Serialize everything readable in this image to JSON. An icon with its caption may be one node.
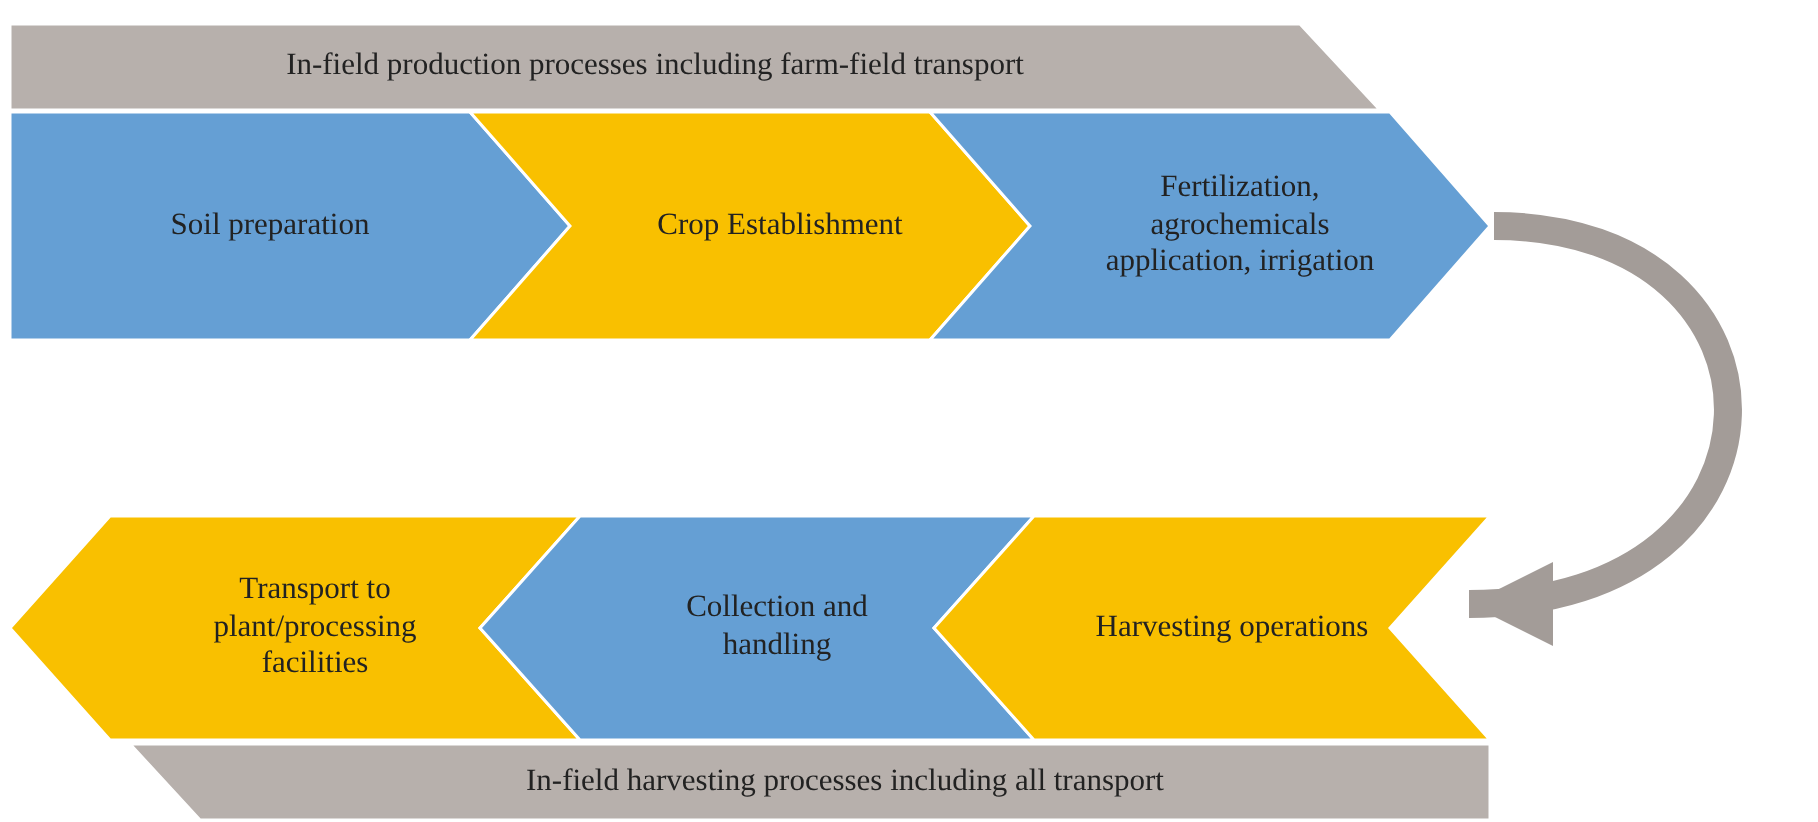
{
  "diagram": {
    "nodes": [
      {
        "text": [
          "In-field production processes including farm-field transport"
        ]
      },
      {
        "text": [
          "Soil preparation"
        ]
      },
      {
        "text": [
          "Crop Establishment"
        ]
      },
      {
        "text": [
          "Fertilization, agrochemicals application, irrigation"
        ]
      },
      {
        "text": [
          "Transport to plant/processing facilities"
        ]
      },
      {
        "text": [
          "Collection and handling"
        ]
      },
      {
        "text": [
          "Harvesting operations"
        ]
      },
      {
        "text": [
          "In-field harvesting processes including all transport"
        ]
      }
    ],
    "edges": [
      {
        "from": 3,
        "to": 6,
        "arrow": "to"
      }
    ]
  }
}
